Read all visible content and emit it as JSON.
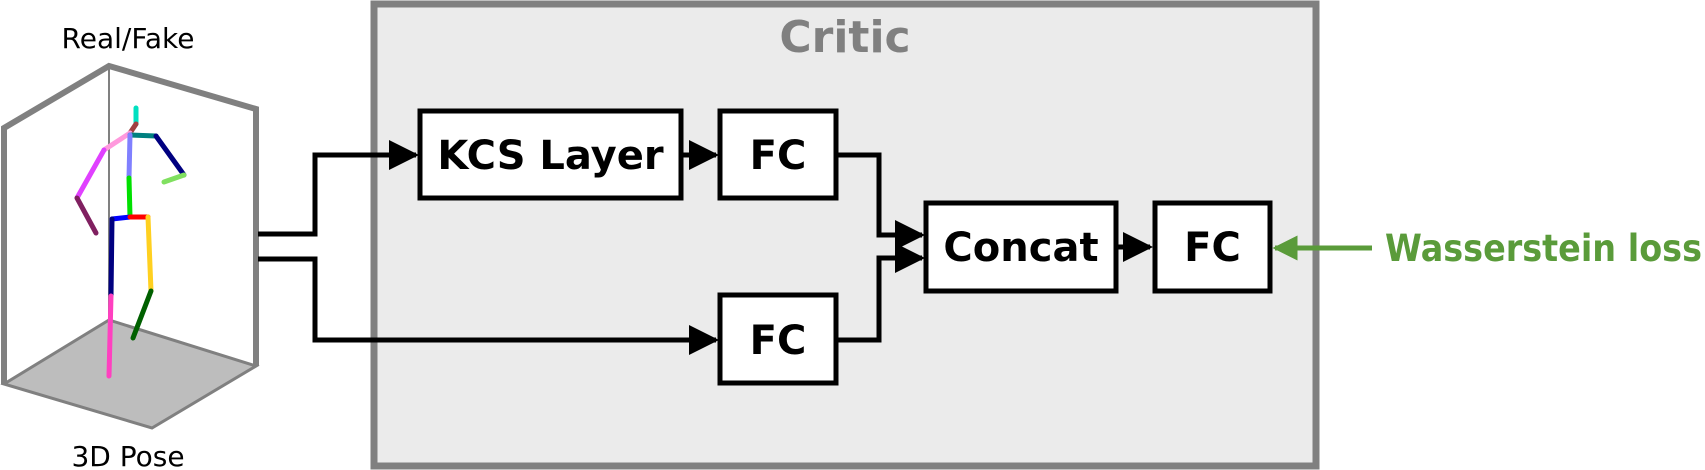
{
  "colors": {
    "critic_fill": "#ebebeb",
    "critic_border": "#808080",
    "critic_title": "#808080",
    "loss_color": "#5a9b3a",
    "floor_fill": "#bdbdbd",
    "frame_stroke": "#808080"
  },
  "pose_panel": {
    "top_label": "Real/Fake",
    "bottom_label": "3D Pose"
  },
  "critic": {
    "title": "Critic",
    "blocks": {
      "kcs": "KCS Layer",
      "fc_top": "FC",
      "fc_bottom": "FC",
      "concat": "Concat",
      "fc_out": "FC"
    }
  },
  "loss": {
    "label": "Wasserstein loss"
  },
  "skeleton_colors": {
    "head": "#00e0c0",
    "neck": "#a04040",
    "left_upper_arm": "#ff99dd",
    "left_lower_arm": "#e040ff",
    "left_hand": "#802060",
    "right_shoulder": "#008080",
    "right_upper_arm": "#000080",
    "right_lower_arm": "#80e060",
    "upper_spine": "#8080ff",
    "lower_spine": "#00e000",
    "hip_left": "#0000ff",
    "hip_right": "#ff0000",
    "left_thigh": "#000080",
    "left_shin": "#ff40c0",
    "right_thigh": "#ffd020",
    "right_shin": "#006000"
  }
}
